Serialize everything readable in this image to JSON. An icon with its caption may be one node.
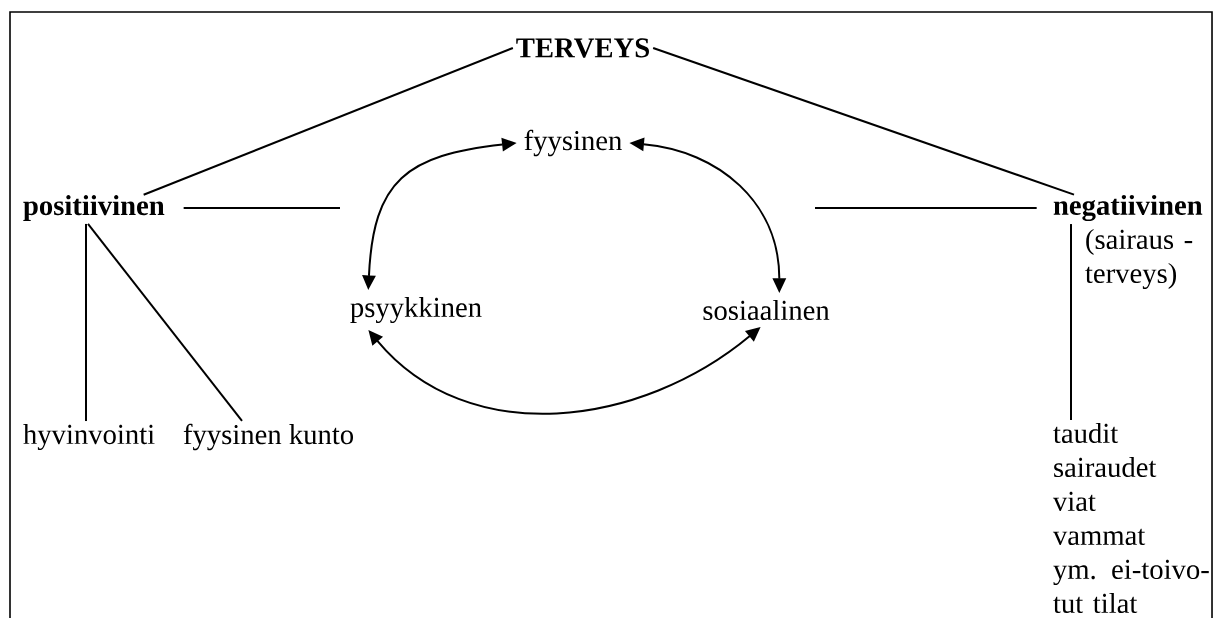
{
  "diagram": {
    "nodes": [
      {
        "text": [
          "TERVEYS"
        ]
      },
      {
        "text": [
          "positiivinen"
        ]
      },
      {
        "text": [
          "fyysinen"
        ]
      },
      {
        "text": [
          "psyykkinen"
        ]
      },
      {
        "text": [
          "sosiaalinen"
        ]
      },
      {
        "text": [
          "negatiivinen"
        ],
        "beside": [
          "(sairaus - terveys)"
        ]
      },
      {
        "text": [
          "hyvinvointi"
        ]
      },
      {
        "text": [
          "fyysinen kunto"
        ]
      },
      {
        "text": [
          "taudit",
          "sairaudet",
          "viat",
          "vammat",
          "ym. ei-toivo- tut tilat"
        ]
      }
    ],
    "edges": [
      {
        "from": 0,
        "to": 1,
        "arrow": "none"
      },
      {
        "from": 0,
        "to": 5,
        "arrow": "none"
      },
      {
        "from": 1,
        "to": null,
        "arrow": "none"
      },
      {
        "from": 5,
        "to": null,
        "arrow": "none"
      },
      {
        "from": 1,
        "to": 6,
        "arrow": "none"
      },
      {
        "from": 1,
        "to": 7,
        "arrow": "none"
      },
      {
        "from": 5,
        "to": 8,
        "arrow": "none"
      },
      {
        "from": 2,
        "to": 3,
        "arrow": "both"
      },
      {
        "from": 2,
        "to": 4,
        "arrow": "both"
      },
      {
        "from": 3,
        "to": 4,
        "arrow": "both"
      }
    ]
  }
}
